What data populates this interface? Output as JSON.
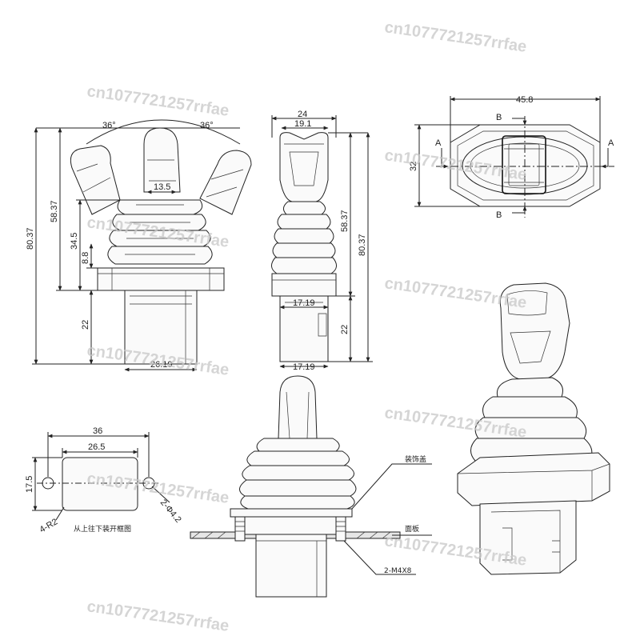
{
  "watermark": "cn1077721257rrfae",
  "front_view": {
    "angle_left": "36°",
    "angle_right": "36°",
    "top_width": "13.5",
    "height_total": "80.37",
    "height_upper": "58.37",
    "height_boot": "34.5",
    "flange": "8.8",
    "height_lower": "22",
    "base_width": "26.19"
  },
  "side_view": {
    "width_outer": "24",
    "width_inner": "19.1",
    "height_upper": "58.37",
    "height_total": "80.37",
    "width_neck": "17.19",
    "height_lower": "22",
    "width_base": "17.19"
  },
  "top_view": {
    "width": "45.8",
    "height": "32",
    "section_a": "A",
    "section_b": "B"
  },
  "cutout": {
    "width_outer": "36",
    "width_inner": "26.5",
    "height": "17.5",
    "corner": "4-R2",
    "holes": "2-Φ4.2",
    "caption": "从上往下装开框图"
  },
  "install": {
    "cover_label": "装饰盖",
    "panel_label": "面板",
    "screws_label": "2-M4X8"
  }
}
